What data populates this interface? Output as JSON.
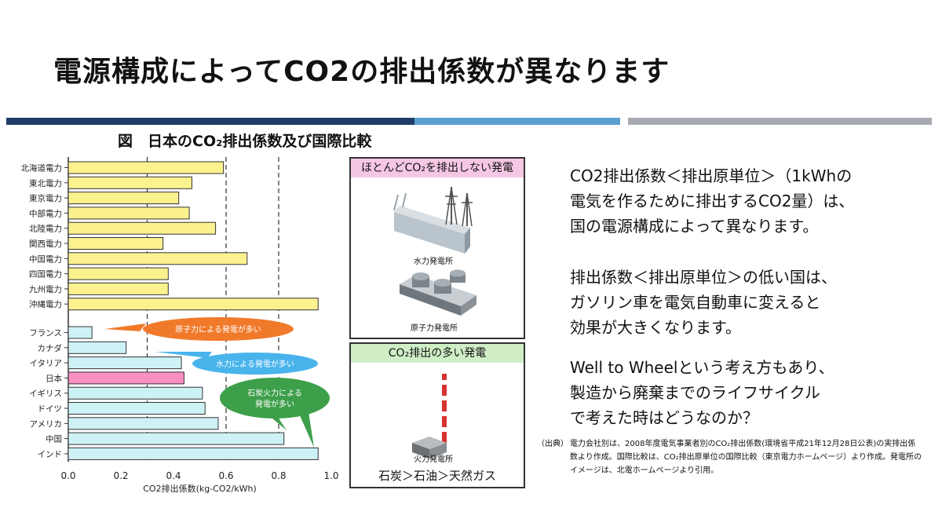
{
  "slide": {
    "title": "電源構成によってCO2の排出係数が異なります",
    "figure_caption": "図　日本のCO₂排出係数及び国際比較",
    "colors": {
      "band_navy": "#1f3c66",
      "band_blue": "#5b9fd1",
      "band_gray": "#a7abb1"
    }
  },
  "chart_data": {
    "type": "bar",
    "orientation": "horizontal",
    "xlabel": "CO2排出係数(kg-CO2/kWh)",
    "xlim": [
      0.0,
      1.0
    ],
    "xticks": [
      "0.0",
      "0.2",
      "0.4",
      "0.6",
      "0.8",
      "1.0"
    ],
    "reference_lines": [
      0.3,
      0.6,
      0.8
    ],
    "categories": [
      "北海道電力",
      "東北電力",
      "東京電力",
      "中部電力",
      "北陸電力",
      "関西電力",
      "中国電力",
      "四国電力",
      "九州電力",
      "沖縄電力",
      "フランス",
      "カナダ",
      "イタリア",
      "日本",
      "イギリス",
      "ドイツ",
      "アメリカ",
      "中国",
      "インド"
    ],
    "values": [
      0.59,
      0.47,
      0.42,
      0.46,
      0.56,
      0.36,
      0.68,
      0.38,
      0.38,
      0.95,
      0.09,
      0.22,
      0.43,
      0.44,
      0.51,
      0.52,
      0.57,
      0.82,
      0.95
    ],
    "groups": [
      {
        "name": "domestic",
        "count": 10,
        "color": "#fbf28f"
      },
      {
        "name": "international",
        "count": 9,
        "color": "#cdf2f6",
        "highlight": "日本",
        "highlight_color": "#f98fc3"
      }
    ],
    "annotations": [
      {
        "text": "原子力による発電が多い",
        "color": "#f07a2a"
      },
      {
        "text": "水力による発電が多い",
        "color": "#49b4ec"
      },
      {
        "text": "石炭火力による発電が多い",
        "color": "#3d9f4a"
      }
    ]
  },
  "panels": {
    "low": {
      "title": "ほとんどCO₂を排出しない発電",
      "header_color": "#f6c7e4",
      "labels": [
        "水力発電所",
        "原子力発電所"
      ]
    },
    "high": {
      "title": "CO₂排出の多い発電",
      "header_color": "#cfeec6",
      "labels": [
        "火力発電所"
      ],
      "bottom": "石炭＞石油＞天然ガス"
    }
  },
  "paragraphs": [
    "CO2排出係数＜排出原単位＞（1kWhの\n電気を作るために排出するCO2量）は、\n国の電源構成によって異なります。",
    "排出係数＜排出原単位＞の低い国は、\nガソリン車を電気自動車に変えると\n効果が大きくなります。",
    "Well to Wheelという考え方もあり、\n製造から廃棄までのライフサイクル\nで考えた時はどうなのか？"
  ],
  "source": {
    "tag": "（出典）",
    "text": "電力会社別は、2008年度電気事業者別のCO₂排出係数(環境省平成21年12月28日公表)の実排出係数より作成。国際比較は、CO₂排出原単位の国際比較（東京電力ホームページ）より作成。発電所のイメージは、北電ホームページより引用。"
  }
}
